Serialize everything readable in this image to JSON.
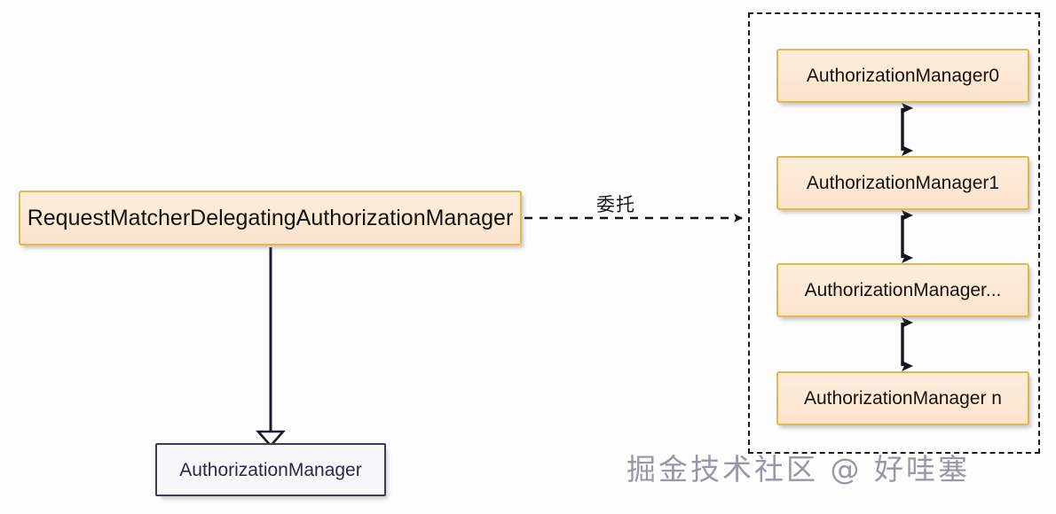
{
  "diagram": {
    "title": "RequestMatcherDelegatingAuthorizationManager delegation diagram",
    "colors": {
      "amber_fill": "#fbe3cc",
      "amber_border": "#e5b64a",
      "plain_fill": "#f8f8fa",
      "plain_border": "#3c3b58",
      "connector": "#15151f",
      "canvas": "#fdfdfd"
    },
    "left": {
      "delegating_manager": "RequestMatcherDelegatingAuthorizationManager",
      "interface_box": "AuthorizationManager"
    },
    "edges": {
      "delegate_label": "委托",
      "delegate_relation": "dashed-arrow",
      "realization_relation": "hollow-triangle-arrow"
    },
    "group": {
      "border_style": "dashed",
      "managers": [
        {
          "label": "AuthorizationManager0"
        },
        {
          "label": "AuthorizationManager1"
        },
        {
          "label": "AuthorizationManager..."
        },
        {
          "label": "AuthorizationManager n"
        }
      ]
    },
    "watermark": "掘金技术社区 @ 好哇塞"
  }
}
